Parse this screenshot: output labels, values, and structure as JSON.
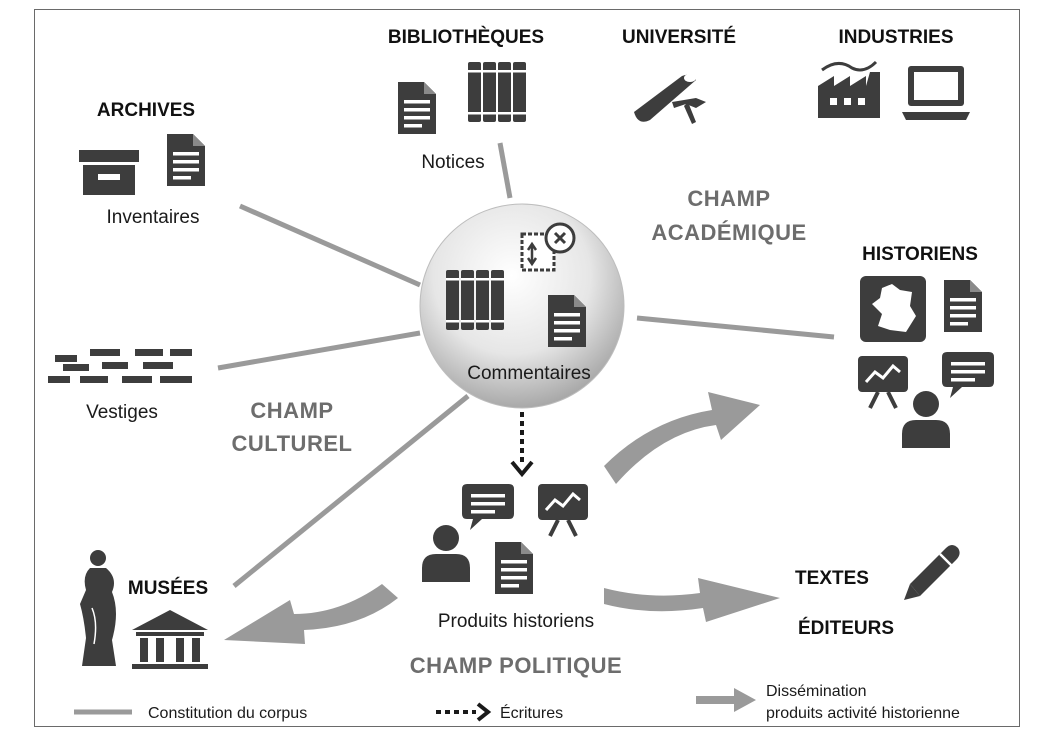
{
  "sources": {
    "archives": {
      "title": "ARCHIVES",
      "caption": "Inventaires"
    },
    "bibliotheques": {
      "title": "BIBLIOTHÈQUES",
      "caption": "Notices"
    },
    "universite": {
      "title": "UNIVERSITÉ"
    },
    "industries": {
      "title": "INDUSTRIES"
    },
    "historiens": {
      "title": "HISTORIENS"
    },
    "vestiges": {
      "caption": "Vestiges"
    },
    "musees": {
      "title": "MUSÉES"
    },
    "textes": {
      "title": "TEXTES"
    },
    "editeurs": {
      "title": "ÉDITEURS"
    }
  },
  "center": {
    "caption": "Commentaires"
  },
  "products": {
    "caption": "Produits historiens"
  },
  "fields": {
    "academique_line1": "CHAMP",
    "academique_line2": "ACADÉMIQUE",
    "culturel_line1": "CHAMP",
    "culturel_line2": "CULTUREL",
    "politique": "CHAMP POLITIQUE"
  },
  "legend": {
    "corpus": "Constitution du corpus",
    "ecritures": "Écritures",
    "dissemination_line1": "Dissémination",
    "dissemination_line2": "produits activité historienne"
  },
  "colors": {
    "icon": "#3d3d3d",
    "line": "#9a9a9a",
    "arrow": "#9a9a9a",
    "champ_text": "#6d6d6d"
  }
}
